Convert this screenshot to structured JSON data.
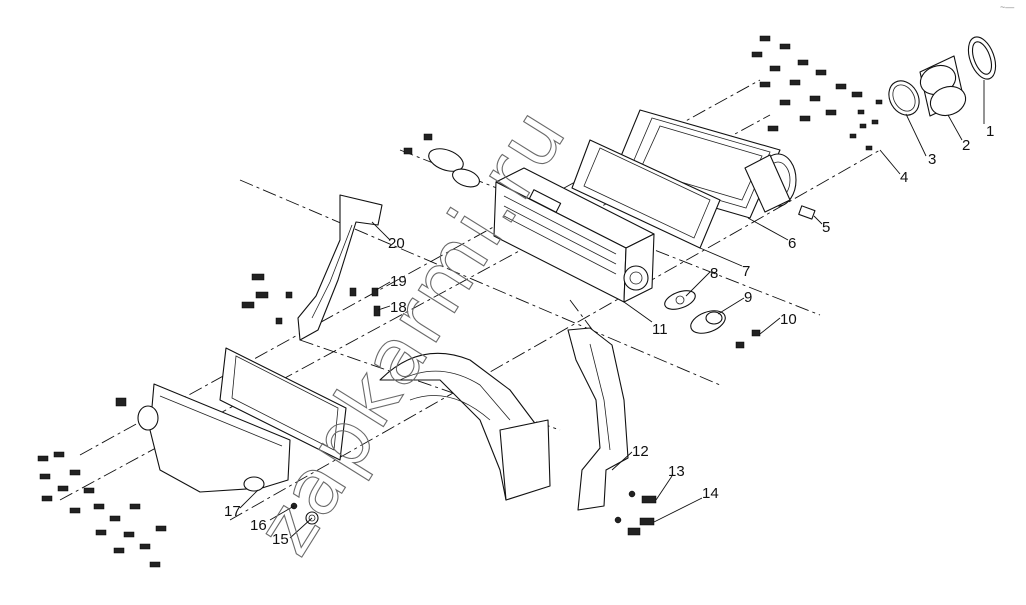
{
  "diagram": {
    "watermark": "zapkarmi.ru",
    "corner_mark": "~—",
    "callouts": [
      {
        "id": "1",
        "label": "1"
      },
      {
        "id": "2",
        "label": "2"
      },
      {
        "id": "3",
        "label": "3"
      },
      {
        "id": "4",
        "label": "4"
      },
      {
        "id": "5",
        "label": "5"
      },
      {
        "id": "6",
        "label": "6"
      },
      {
        "id": "7",
        "label": "7"
      },
      {
        "id": "8",
        "label": "8"
      },
      {
        "id": "9",
        "label": "9"
      },
      {
        "id": "10",
        "label": "10"
      },
      {
        "id": "11",
        "label": "11"
      },
      {
        "id": "12",
        "label": "12"
      },
      {
        "id": "13",
        "label": "13"
      },
      {
        "id": "14",
        "label": "14"
      },
      {
        "id": "15",
        "label": "15"
      },
      {
        "id": "16",
        "label": "16"
      },
      {
        "id": "17",
        "label": "17"
      },
      {
        "id": "18",
        "label": "18"
      },
      {
        "id": "19",
        "label": "19"
      },
      {
        "id": "20",
        "label": "20"
      }
    ]
  }
}
